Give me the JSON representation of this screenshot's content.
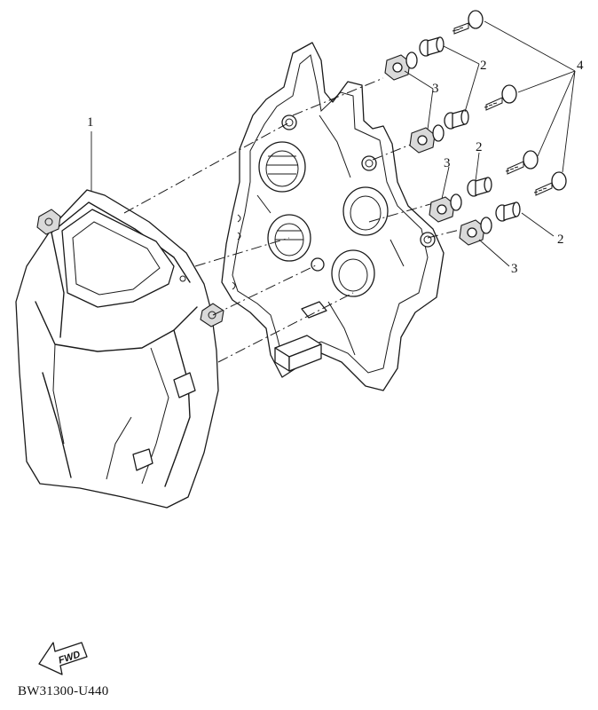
{
  "diagram": {
    "callouts": {
      "c1": "1",
      "c2a": "2",
      "c2b": "2",
      "c2c": "2",
      "c3a": "3",
      "c3b": "3",
      "c3c": "3",
      "c4": "4"
    },
    "fwd_label": "FWD",
    "reference_code": "BW31300-U440"
  }
}
